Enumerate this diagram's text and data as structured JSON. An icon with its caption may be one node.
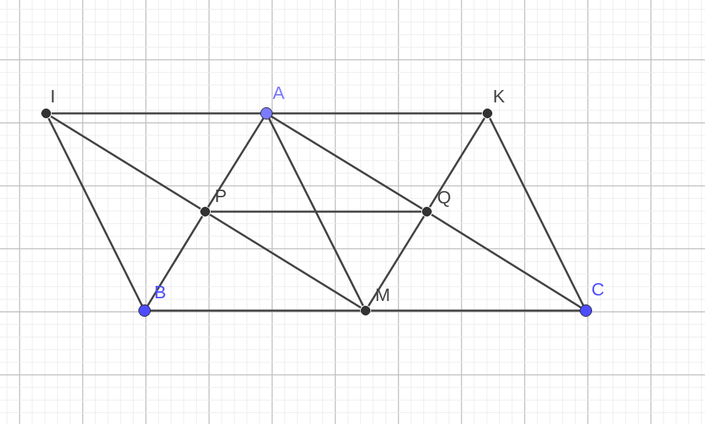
{
  "diagram": {
    "nodes": [
      {
        "text": [
          "I"
        ]
      },
      {
        "text": [
          "A"
        ]
      },
      {
        "text": [
          "K"
        ]
      },
      {
        "text": [
          "P"
        ]
      },
      {
        "text": [
          "Q"
        ]
      },
      {
        "text": [
          "B"
        ]
      },
      {
        "text": [
          "M"
        ]
      },
      {
        "text": [
          "C"
        ]
      }
    ],
    "edges": [
      {
        "from": 0,
        "to": 1,
        "arrow": "none"
      },
      {
        "from": 1,
        "to": 2,
        "arrow": "none"
      },
      {
        "from": 0,
        "to": 5,
        "arrow": "none"
      },
      {
        "from": 0,
        "to": 3,
        "arrow": "none"
      },
      {
        "from": 3,
        "to": 6,
        "arrow": "none"
      },
      {
        "from": 1,
        "to": 3,
        "arrow": "none"
      },
      {
        "from": 3,
        "to": 5,
        "arrow": "none"
      },
      {
        "from": 1,
        "to": 6,
        "arrow": "none"
      },
      {
        "from": 1,
        "to": 4,
        "arrow": "none"
      },
      {
        "from": 4,
        "to": 7,
        "arrow": "none"
      },
      {
        "from": 2,
        "to": 4,
        "arrow": "none"
      },
      {
        "from": 4,
        "to": 6,
        "arrow": "none"
      },
      {
        "from": 3,
        "to": 4,
        "arrow": "none"
      },
      {
        "from": 2,
        "to": 7,
        "arrow": "none"
      },
      {
        "from": 5,
        "to": 6,
        "arrow": "none"
      },
      {
        "from": 6,
        "to": 7,
        "arrow": "none"
      }
    ]
  }
}
